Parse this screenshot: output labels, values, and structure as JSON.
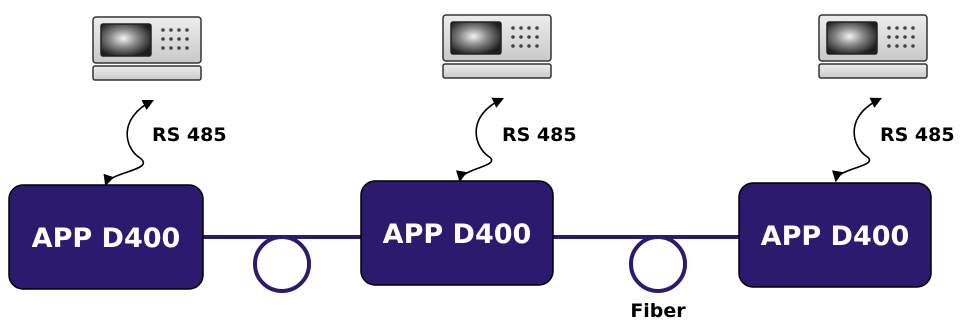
{
  "nodes": [
    {
      "label": "APP D400",
      "link_label": "RS 485"
    },
    {
      "label": "APP D400",
      "link_label": "RS 485"
    },
    {
      "label": "APP D400",
      "link_label": "RS 485"
    }
  ],
  "fiber_label": "Fiber",
  "colors": {
    "box_fill": "#2b1a6e",
    "box_stroke": "#000000",
    "fiber_line": "#2b1a6e",
    "label_text": "#ffffff",
    "computer_body": "#dcdcdc",
    "computer_screen": "#2a2a2a"
  },
  "icons": {
    "terminal": "computer-terminal-icon",
    "link_arrow": "bidirectional-arrow-icon",
    "fiber_loop": "fiber-coil-icon"
  }
}
